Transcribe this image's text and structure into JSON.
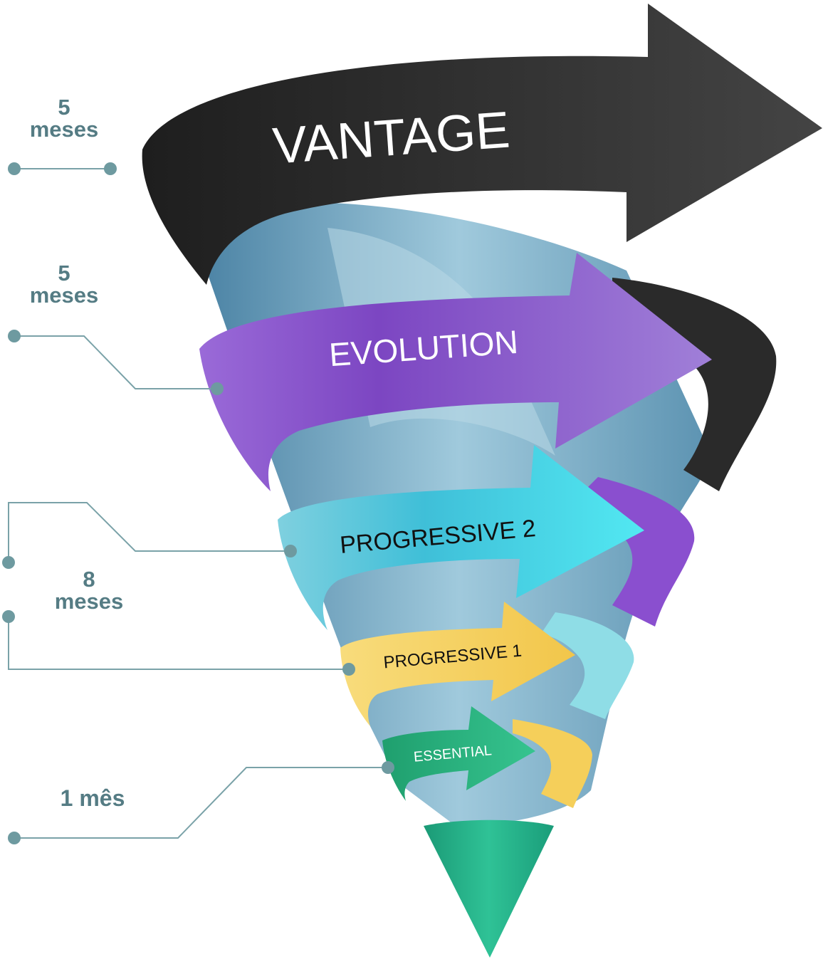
{
  "colors": {
    "vantage": "#2b2b2b",
    "evolution": "#8a5bd0",
    "progressive2": "#45c9e0",
    "progressive1": "#f6cf5a",
    "essential": "#1aa97a",
    "core": "#4a8fb0",
    "connector": "#6e9aa0",
    "duration_text": "#557c84"
  },
  "levels": [
    {
      "key": "vantage",
      "label": "VANTAGE"
    },
    {
      "key": "evolution",
      "label": "EVOLUTION"
    },
    {
      "key": "progressive2",
      "label": "PROGRESSIVE 2"
    },
    {
      "key": "progressive1",
      "label": "PROGRESSIVE 1"
    },
    {
      "key": "essential",
      "label": "ESSENTIAL"
    }
  ],
  "durations": [
    {
      "value": "5",
      "unit": "meses"
    },
    {
      "value": "5",
      "unit": "meses"
    },
    {
      "value": "8",
      "unit": "meses"
    },
    {
      "text": "1 mês"
    }
  ]
}
